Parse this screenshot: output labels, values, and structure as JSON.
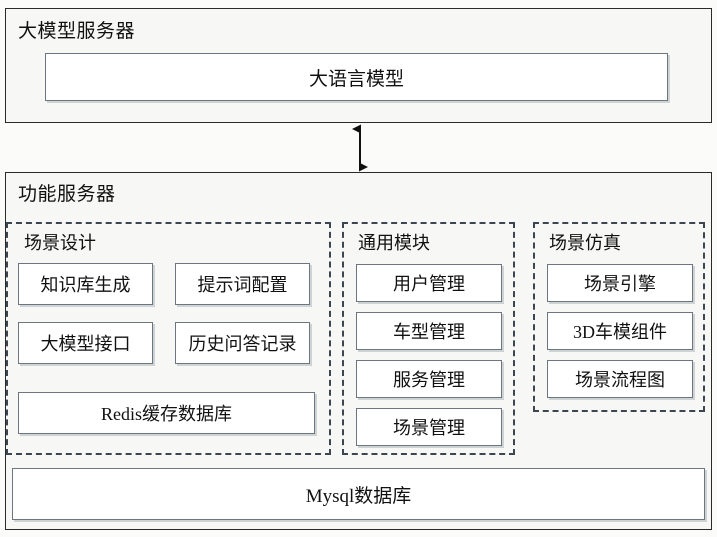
{
  "diagram": {
    "title_top": "大模型服务器",
    "title_bottom": "功能服务器",
    "colors": {
      "panel_border": "#2a2a2a",
      "box_border": "#6b7680",
      "dashed_border": "#3c4650",
      "background": "#f7f7f5",
      "text": "#111111"
    }
  },
  "llm_server": {
    "label": "大模型服务器",
    "model_box": "大语言模型"
  },
  "function_server": {
    "label": "功能服务器",
    "groups": [
      {
        "id": "scene-design",
        "label": "场景设计",
        "modules": [
          "知识库生成",
          "提示词配置",
          "大模型接口",
          "历史问答记录"
        ],
        "wide_module": "Redis缓存数据库"
      },
      {
        "id": "common-module",
        "label": "通用模块",
        "modules": [
          "用户管理",
          "车型管理",
          "服务管理",
          "场景管理"
        ]
      },
      {
        "id": "scene-simulation",
        "label": "场景仿真",
        "modules": [
          "场景引擎",
          "3D车模组件",
          "场景流程图"
        ]
      }
    ],
    "database_box": "Mysql数据库"
  },
  "connector": {
    "name": "bidirectional-arrow",
    "direction": "both"
  }
}
